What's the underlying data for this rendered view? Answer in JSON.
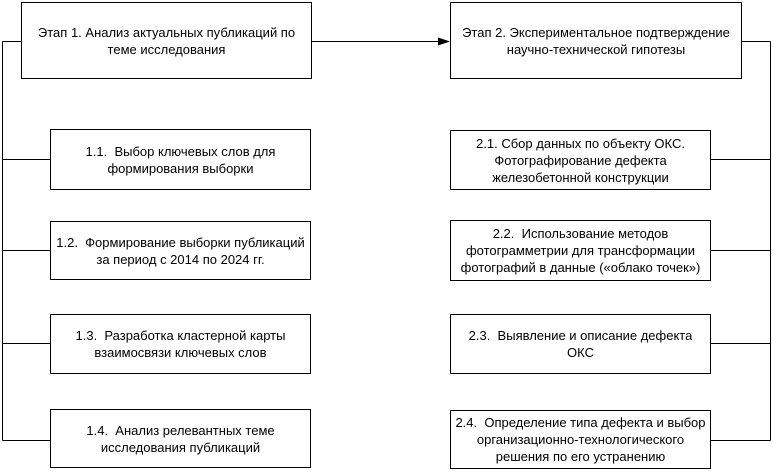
{
  "diagram": {
    "stage1_title": "Этап 1. Анализ актуальных публикаций по теме исследования",
    "stage2_title": "Этап 2. Экспериментальное подтверждение научно-технической гипотезы",
    "stage1_steps": [
      {
        "label": "1.1.  Выбор ключевых слов для формирования выборки"
      },
      {
        "label": "1.2.  Формирование выборки публикаций за период с 2014 по 2024 гг."
      },
      {
        "label": "1.3.  Разработка кластерной карты взаимосвязи ключевых слов"
      },
      {
        "label": "1.4.  Анализ релевантных теме исследования публикаций"
      }
    ],
    "stage2_steps": [
      {
        "label": "2.1. Сбор данных по объекту ОКС. Фотографирование дефекта железобетонной конструкции"
      },
      {
        "label": "2.2.  Использование методов фотограмметрии для трансформации фотографий в данные («облако точек»)"
      },
      {
        "label": "2.3.  Выявление и описание дефекта ОКС"
      },
      {
        "label": "2.4.  Определение типа дефекта и выбор организационно-технологического решения по его устранению"
      }
    ],
    "colors": {
      "background": "#ffffff",
      "box_border": "#000000",
      "connector": "#000000",
      "text": "#000000"
    }
  }
}
